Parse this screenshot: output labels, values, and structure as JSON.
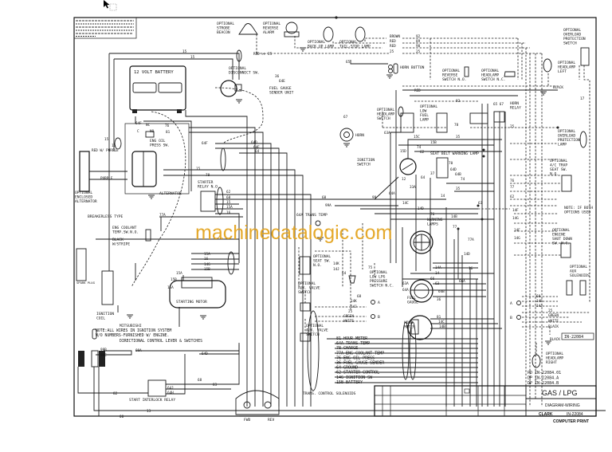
{
  "watermark": "machinecatalogic.com",
  "title_block": {
    "title": "GAS / LPG",
    "subtitle": "DIAGRAM-WIRING",
    "brand": "CLARK",
    "drawing_number": "IN-22084",
    "footer": "COMPUTER PRINT",
    "refs": [
      "PD  IN-22084.01",
      "DP  IN-22084.A",
      "DP  IN-22084.B"
    ],
    "stamp": "IN-22084"
  },
  "wire_legend": [
    "81 HOUR METER",
    "64A TRANS TEMP",
    "78 CHARGE",
    "77A ENG COOLANT TEMP",
    "76 ENG OIL PRESS",
    "36 FUEL GAUGE SENDER",
    "64 GROUND",
    "62 STARTER CONTROL",
    "14G IGNITION SW",
    "15B BATTERY"
  ],
  "notes": {
    "ignition_note": [
      "NOTE:ALL WIRES IN IGNITION SYSTEM",
      "W/O NUMBERS-FURNISHED W/ ENGINE."
    ],
    "directional": "DIRECTIONAL CONTROL LEVER & SWITCHES",
    "breakerless": "BREAKERLESS TYPE",
    "both_options": [
      "NOTE: IF BOTH",
      "OPTIONS USED"
    ]
  },
  "components": {
    "strobe_beacon": [
      "OPTIONAL",
      "STROBE",
      "BEACON"
    ],
    "reverse_alarm": [
      "OPTIONAL",
      "REVERSE",
      "ALARM"
    ],
    "back_up_lamp": [
      "OPTIONAL",
      "BACK UP LAMP"
    ],
    "tail_stop_lamp": [
      "OPTIONAL",
      "TAIL-STOP LAMP"
    ],
    "horn_button": "HORN BUTTON",
    "reverse_switch": [
      "OPTIONAL",
      "REVERSE",
      "SWITCH N.O."
    ],
    "headlamp_switch_nc": [
      "OPTIONAL",
      "HEADLAMP",
      "SWITCH N.C."
    ],
    "overload_switch": [
      "OPTIONAL",
      "OVERLOAD",
      "PROTECTION",
      "SWITCH"
    ],
    "headlamp_left": [
      "OPTIONAL",
      "HEADLAMP",
      "LEFT"
    ],
    "battery": "12 VOLT BATTERY",
    "disconnect": [
      "OPTIONAL",
      "DISCONNECT SW."
    ],
    "fuel_sender": [
      "FUEL GAUGE",
      "SENDER UNIT"
    ],
    "horn": "HORN",
    "horn_relay": [
      "HORN",
      "RELAY"
    ],
    "headlamp_switch": [
      "OPTIONAL",
      "HEADLAMP",
      "SWITCH"
    ],
    "low_fuel_lamp": [
      "OPTIONAL",
      "LOW",
      "FUEL",
      "LAMP"
    ],
    "ignition_switch": [
      "IGNITION",
      "SWITCH"
    ],
    "seat_belt_lamp": "SEAT BELT WARNING LAMP",
    "oil_press_sw": [
      "ENG OIL",
      "PRESS SW."
    ],
    "enclosed_alternator": [
      "OPTIONAL",
      "ENCLOSED",
      "ALTERNATOR"
    ],
    "alternator": "ALTERNATOR",
    "starter_relay": [
      "STARTER",
      "RELAY N.O."
    ],
    "coolant_sw": [
      "ENG COOLANT",
      "TEMP.SW.N.O."
    ],
    "black_stripe": [
      "BLACK",
      "W/STRIPE"
    ],
    "trans_temp": "64A TRANS TEMP",
    "seat_sw": [
      "OPTIONAL",
      "SEAT SW.",
      "N.O."
    ],
    "low_lpg": [
      "OPTIONAL",
      "LOW LPG",
      "PRESSURE",
      "SWITCH N.C."
    ],
    "aux_valve_1": [
      "OPTIONAL",
      "AUX. VALVE",
      "SWITCH"
    ],
    "aux_valve_2": [
      "OPTIONAL",
      "AUX. VALVE",
      "SWITCH"
    ],
    "starting_motor": "STARTING MOTOR",
    "spark_plug": "SPARK PLUG",
    "ignition_coil": [
      "IGNITION",
      "COIL"
    ],
    "mitsubishi": "MITSUBISHI",
    "warning_lamps": [
      "WARNING",
      "LAMPS"
    ],
    "fuel_gauge": [
      "FUEL",
      "GAUGE"
    ],
    "hour_meter": [
      "HOUR",
      "METER"
    ],
    "trans_solenoids": "TRANS. CONTROL SOLENOIDS",
    "start_interlock": "START INTERLOCK RELAY",
    "fwd": "FWD",
    "rev": "REV",
    "overload_lamp": [
      "OPTIONAL",
      "OVERLOAD",
      "PROTECTION",
      "LAMP"
    ],
    "trap_seat_sw": [
      "OPTIONAL",
      "4/C TRAP",
      "SEAT SW.",
      "N.O."
    ],
    "engine_shutdown": [
      "OPTIONAL",
      "ENGINE",
      "SHUT DOWN",
      "SW. N.C."
    ],
    "aux_solenoids": [
      "OPTIONAL",
      "AUX",
      "SOLENOIDS"
    ],
    "headlamp_right": [
      "OPTIONAL",
      "HEADLAMP",
      "RIGHT"
    ],
    "conn_a_left": "A",
    "conn_b_left": "B",
    "conn_a_right": "A",
    "conn_b_right": "B"
  },
  "wire_labels": [
    "15",
    "15",
    "RED >> 25",
    "BROWN",
    "RED",
    "RED",
    "25",
    "92",
    "89",
    "90",
    "25",
    "65",
    "RED",
    "92",
    "65 67",
    "BLACK",
    "36",
    "64E",
    "67",
    "63A",
    "15C",
    "35",
    "15B",
    "78",
    "15D",
    "74",
    "62",
    "70",
    "64D",
    "64B",
    "37",
    "64",
    "12",
    "33A",
    "74",
    "35",
    "14",
    "63",
    "99",
    "68",
    "99A",
    "64A",
    "14C",
    "14D",
    "76",
    "14B",
    "77",
    "77A",
    "14D",
    "16",
    "14A",
    "14",
    "66",
    "63A",
    "63",
    "64A",
    "64B",
    "36",
    "66A",
    "81",
    "14C",
    "14B",
    "68",
    "14K",
    "14J",
    "25",
    "GREEN",
    "WHITE",
    "14K",
    "14J",
    "75",
    "64",
    "64F",
    "NC",
    "C",
    "NO",
    "76",
    "81",
    "64F",
    "64D",
    "64E",
    "64",
    "15",
    "15",
    "RED W/ PURPLE",
    "PURPLE",
    "15",
    "78",
    "62",
    "68",
    "15",
    "15A",
    "16",
    "77A",
    "15A",
    "16",
    "14G",
    "15B",
    "15A",
    "15B",
    "15A",
    "99B",
    "99C",
    "99A",
    "64D",
    "68",
    "83",
    "82",
    "64J",
    "64H",
    "13",
    "00",
    "68",
    "14F",
    "14J",
    "25",
    "GREEN",
    "WHITE",
    "BLACK",
    "BLACK",
    "14F",
    "14G",
    "76",
    "77",
    "62",
    "25",
    "17",
    "14F",
    "14G"
  ]
}
